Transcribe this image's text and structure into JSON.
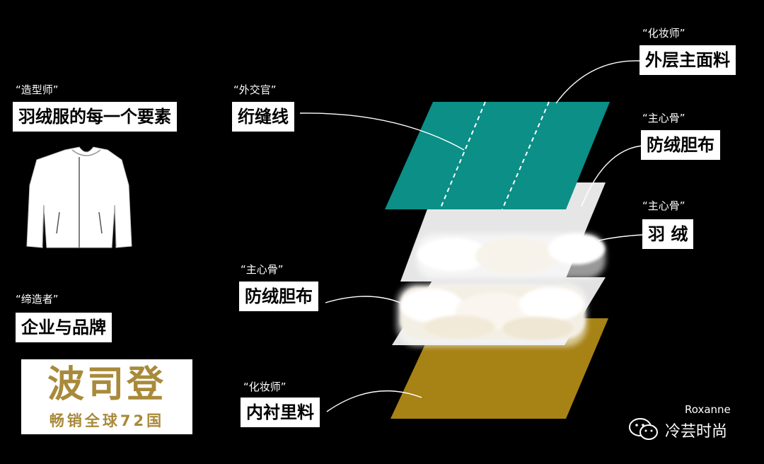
{
  "colors": {
    "background": "#000000",
    "outer_layer": "#0b8f87",
    "outer_layer_edge": "#0fa195",
    "lining_fabric": "#e6e6e6",
    "inner_lining": "#a78215",
    "brand_gold": "#a88a3a",
    "label_box": "#ffffff"
  },
  "left": {
    "stylist": {
      "role": "“造型师”",
      "title": "羽绒服的每一个要素"
    },
    "creator": {
      "role": "“缔造者”",
      "title": "企业与品牌"
    },
    "brand": {
      "name": "波司登",
      "slogan": "畅销全球72国"
    }
  },
  "labels": {
    "thread": {
      "role": "“外交官”",
      "title": "绗缝线"
    },
    "outer_fabric": {
      "role": "“化妆师”",
      "title": "外层主面料"
    },
    "downproof_top": {
      "role": "“主心骨”",
      "title": "防绒胆布"
    },
    "down": {
      "role": "“主心骨”",
      "title": "羽 绒"
    },
    "downproof_bottom": {
      "role": "“主心骨”",
      "title": "防绒胆布"
    },
    "inner_lining": {
      "role": "“化妆师”",
      "title": "内衬里料"
    }
  },
  "icons": {
    "jacket": "jacket-icon",
    "wechat": "wechat-icon"
  },
  "watermark": {
    "author": "Roxanne",
    "account": "冷芸时尚"
  }
}
